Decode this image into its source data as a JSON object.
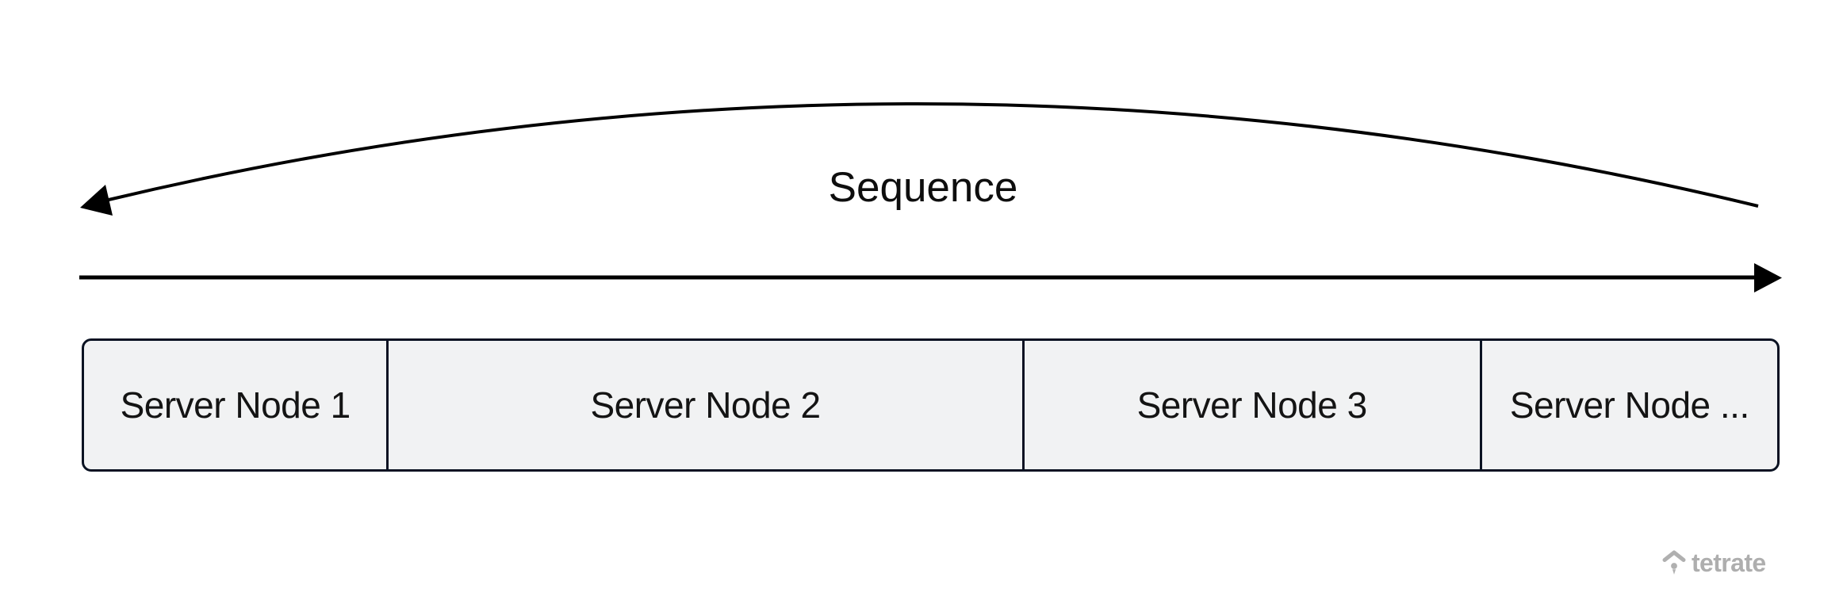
{
  "diagram": {
    "title": "Sequence",
    "nodes": [
      {
        "label": "Server Node 1"
      },
      {
        "label": "Server Node 2"
      },
      {
        "label": "Server Node 3"
      },
      {
        "label": "Server Node ..."
      }
    ]
  },
  "branding": {
    "wordmark": "tetrate"
  },
  "colors": {
    "background": "#ffffff",
    "arrow": "#000000",
    "node_fill": "#f1f2f3",
    "node_border": "#0a1222",
    "node_text": "#141414",
    "sequence_text": "#0e0e0e",
    "logo_gray": "#aeaeae"
  }
}
